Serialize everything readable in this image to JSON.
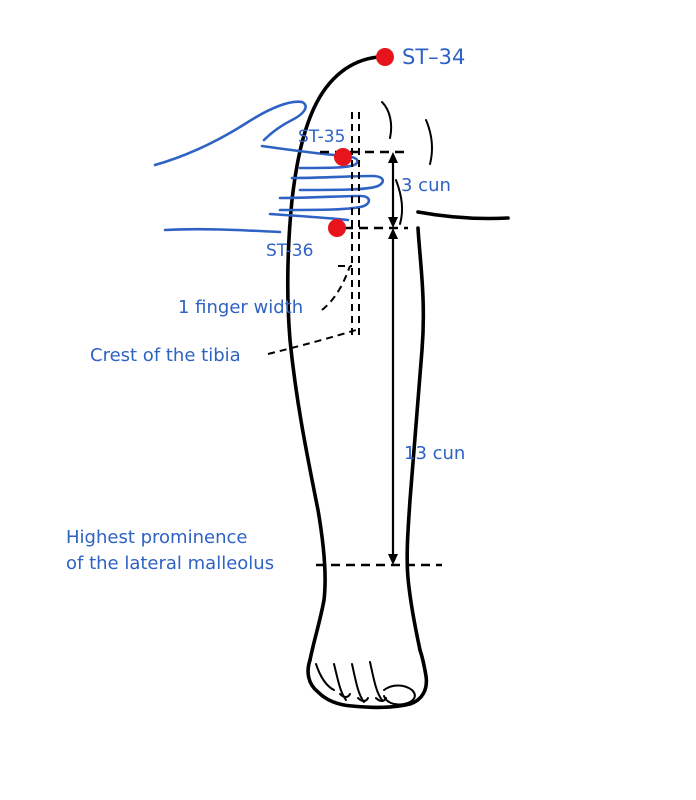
{
  "labels": {
    "st34": "ST–34",
    "st35": "ST-35",
    "st36": "ST-36",
    "three_cun": "3 cun",
    "thirteen_cun": "13 cun",
    "finger_width": "1 finger width",
    "crest_tibia": "Crest of the tibia",
    "malleolus_line1": "Highest prominence",
    "malleolus_line2": "of the lateral malleolus"
  },
  "colors": {
    "label_text": "#2e62c4",
    "acupoint": "#e8141b",
    "outline": "#000000",
    "hand": "#2e62c4"
  }
}
